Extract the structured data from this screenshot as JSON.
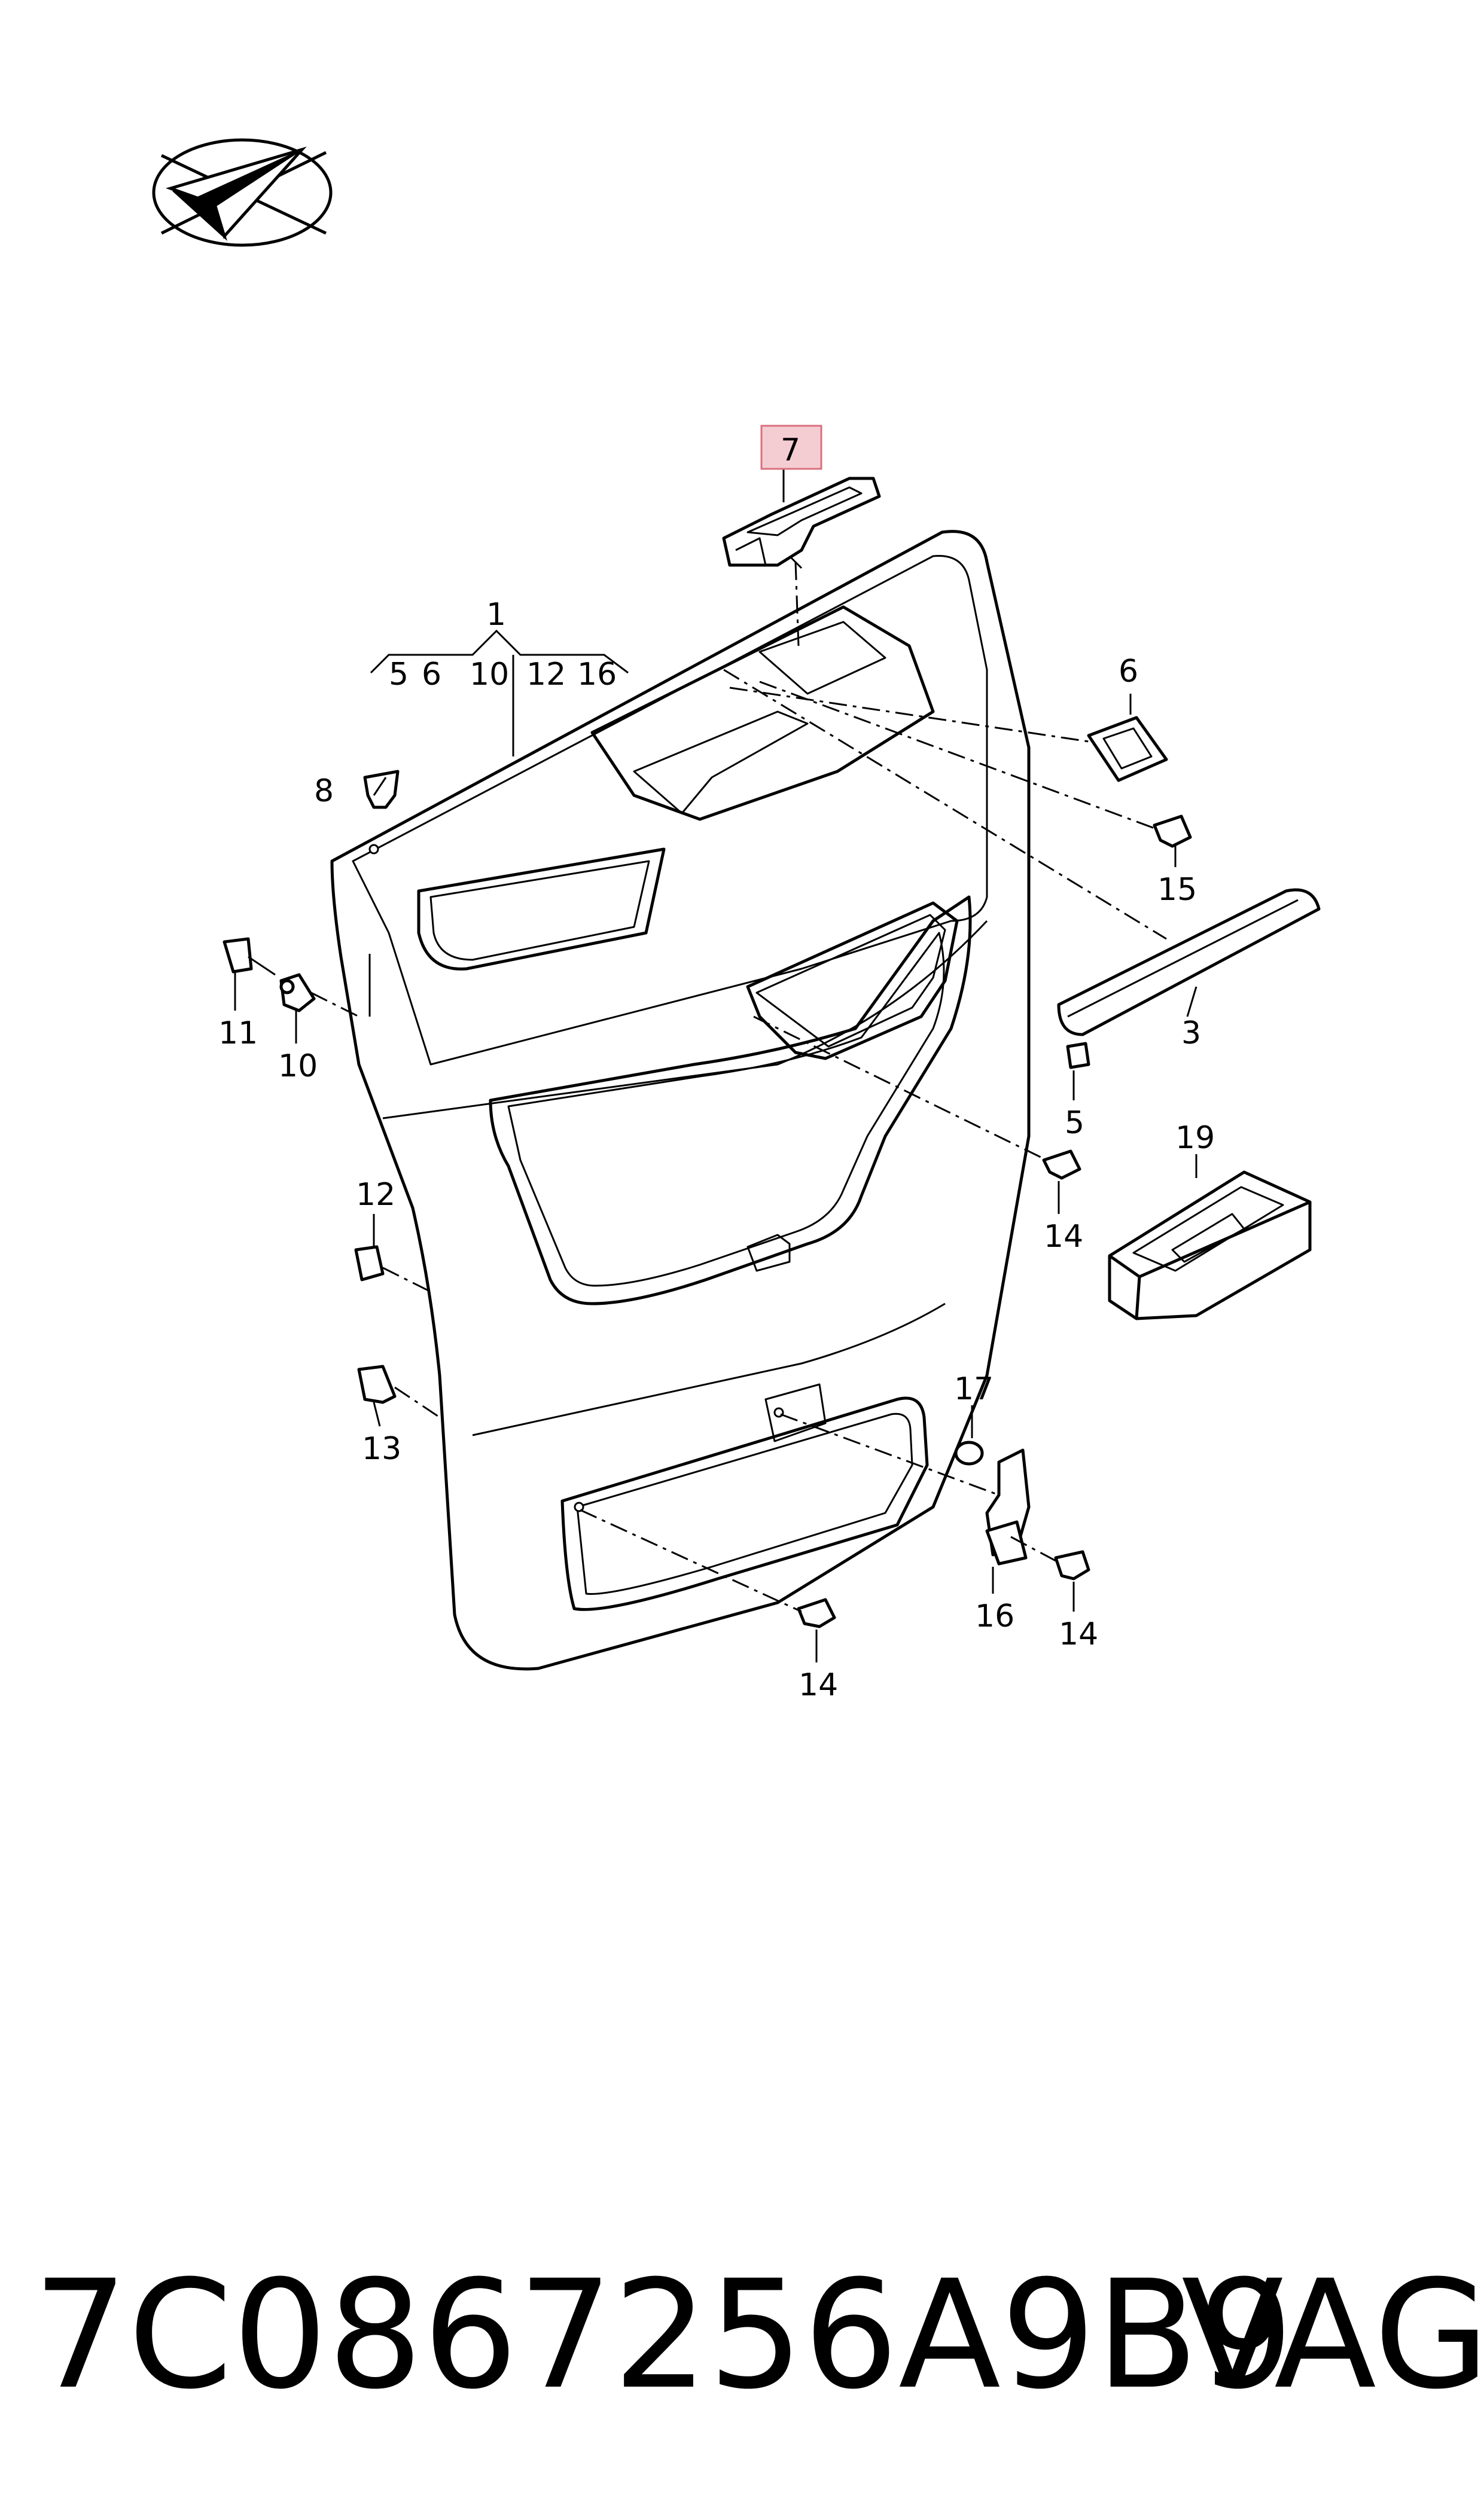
{
  "diagram": {
    "labels": {
      "l1": "1",
      "l5a": "5",
      "l6a": "6",
      "l10a": "10",
      "l12a": "12",
      "l16a": "16",
      "l7": "7",
      "l6": "6",
      "l8": "8",
      "l15": "15",
      "l3": "3",
      "l11": "11",
      "l10": "10",
      "l5": "5",
      "l19": "19",
      "l12": "12",
      "l14a": "14",
      "l13": "13",
      "l17": "17",
      "l16": "16",
      "l14b": "14",
      "l14c": "14"
    },
    "highlight_color": "#f4cdd2",
    "highlight_stroke": "#d9707e"
  },
  "footer": {
    "part_number": "7C0867256A9B9",
    "brand": "VAG"
  }
}
